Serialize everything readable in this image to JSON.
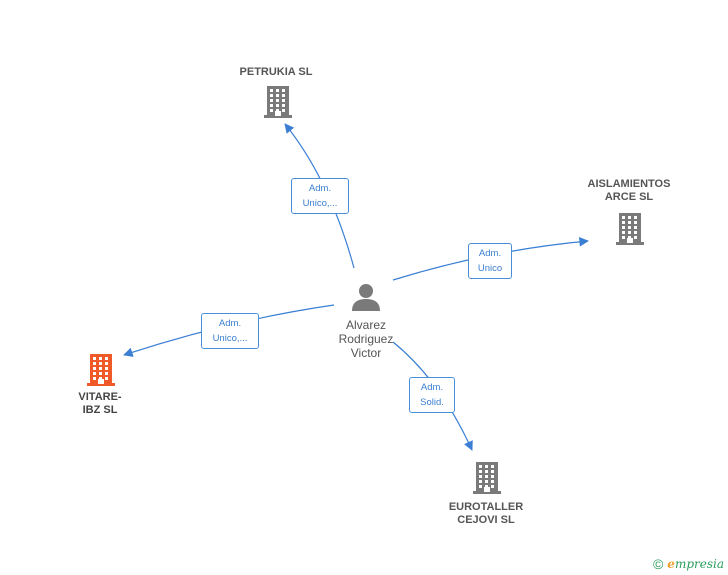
{
  "colors": {
    "edge": "#3a7fd4",
    "company": "#7a7a7a",
    "company_highlight": "#f05a28",
    "person": "#7a7a7a"
  },
  "center": {
    "label_lines": [
      "Alvarez",
      "Rodriguez",
      "Victor"
    ]
  },
  "nodes": [
    {
      "id": "petrukia",
      "label_lines": [
        "PETRUKIA  SL"
      ],
      "highlight": false,
      "edge_label": [
        "Adm.",
        "Unico,..."
      ]
    },
    {
      "id": "aislamientos",
      "label_lines": [
        "AISLAMIENTOS",
        "ARCE SL"
      ],
      "highlight": false,
      "edge_label": [
        "Adm.",
        "Unico"
      ]
    },
    {
      "id": "vitare",
      "label_lines": [
        "VITARE-",
        "IBZ  SL"
      ],
      "highlight": true,
      "edge_label": [
        "Adm.",
        "Unico,..."
      ]
    },
    {
      "id": "eurotaller",
      "label_lines": [
        "EUROTALLER",
        "CEJOVI SL"
      ],
      "highlight": false,
      "edge_label": [
        "Adm.",
        "Solid."
      ]
    }
  ],
  "footer": {
    "copyright_symbol": "©",
    "brand_first": "e",
    "brand_rest": "mpresia"
  }
}
